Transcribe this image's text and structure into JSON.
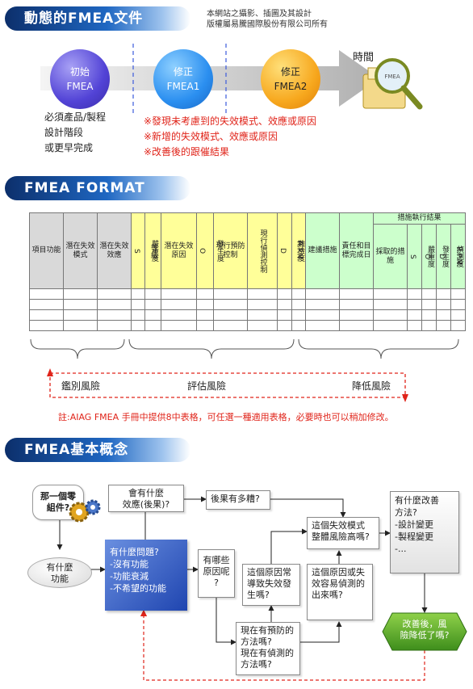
{
  "header": {
    "section1_title": "動態的FMEA文件",
    "copyright_line1": "本網站之攝影、插圖及其設計",
    "copyright_line2": "版權屬易騰國際股份有限公司所有"
  },
  "timeline": {
    "time_label": "時間",
    "circles": [
      {
        "line1": "初始",
        "line2": "FMEA"
      },
      {
        "line1": "修正",
        "line2": "FMEA1"
      },
      {
        "line1": "修正",
        "line2": "FMEA2"
      }
    ],
    "phase_lines": [
      "必須產品/製程",
      "設計階段",
      "或更早完成"
    ],
    "notes": [
      "※發現未考慮到的失效模式、效應或原因",
      "※新增的失效模式、效應或原因",
      "※改善後的跟催結果"
    ],
    "doc_label": "FMEA",
    "colors": {
      "initial": "#5243d6",
      "rev1": "#2b8ff0",
      "rev2": "#f7a81e",
      "notes": "#e0241a"
    }
  },
  "format": {
    "section2_title": "FMEA FORMAT",
    "columns": [
      "項目功能",
      "潛在失效模式",
      "潛在失效效應",
      "嚴重度",
      "S",
      "等級",
      "潛在失效原因",
      "發生度",
      "O",
      "現行預防控制",
      "現行偵測控制",
      "難檢度",
      "D",
      "R.P.N.",
      "建議措施",
      "責任和目標完成日",
      "採取的措施",
      "嚴重度",
      "S",
      "發生度",
      "O",
      "偵測度",
      "D",
      "R.P.N."
    ],
    "result_header": "措施執行結果",
    "groups": [
      "鑑別風險",
      "評估風險",
      "降低風險"
    ],
    "note": "註:AIAG FMEA 手冊中提供8中表格，可任選一種適用表格，必要時也可以稍加修改。"
  },
  "concept": {
    "section3_title": "FMEA基本概念",
    "what_part": [
      "那一個零",
      "組件?"
    ],
    "what_function": [
      "有什麼",
      "功能"
    ],
    "problem": [
      "有什麼問題?",
      "-沒有功能",
      "-功能衰減",
      "-不希望的功能"
    ],
    "effect": [
      "會有什麼",
      "效應(後果)?"
    ],
    "how_bad": "有多糟?",
    "how_bad_prefix": "後果",
    "causes": [
      "有哪些",
      "原因呢",
      "?"
    ],
    "often": [
      "這個原因常",
      "導致失效發",
      "生嗎?"
    ],
    "overall": [
      "這個失效模式",
      "整體風險高嗎?"
    ],
    "detect": [
      "這個原因或失",
      "效容易偵測的",
      "出來嗎?"
    ],
    "methods": [
      "現在有預防的",
      "方法嗎?",
      "現在有偵測的",
      "方法嗎?"
    ],
    "improve": [
      "有什麼改善",
      "方法?",
      "-設計變更",
      "-製程變更",
      "-..."
    ],
    "lower": [
      "改善後，風",
      "險降低了嗎?"
    ]
  }
}
